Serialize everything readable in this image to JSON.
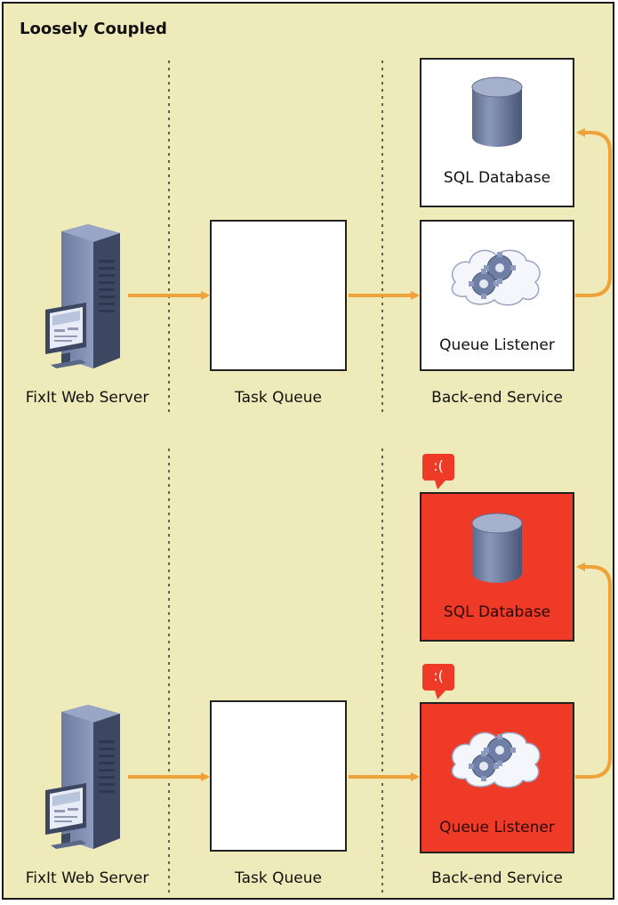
{
  "title": "Loosely Coupled",
  "colors": {
    "background": "#eeeab9",
    "arrow": "#f0a23a",
    "failed": "#f03a28",
    "box": "#ffffff"
  },
  "panels": [
    {
      "web_server_label": "FixIt Web Server",
      "task_queue_label": "Task Queue",
      "backend_label": "Back-end Service",
      "database_label": "SQL Database",
      "listener_label": "Queue Listener",
      "failed": false
    },
    {
      "web_server_label": "FixIt Web Server",
      "task_queue_label": "Task Queue",
      "backend_label": "Back-end Service",
      "database_label": "SQL Database",
      "listener_label": "Queue Listener",
      "failed": true,
      "error_badge": ":("
    }
  ],
  "icons": {
    "server": "server-icon",
    "database": "database-icon",
    "gears": "gears-icon",
    "sad_badge": "sad-face-callout-icon"
  }
}
